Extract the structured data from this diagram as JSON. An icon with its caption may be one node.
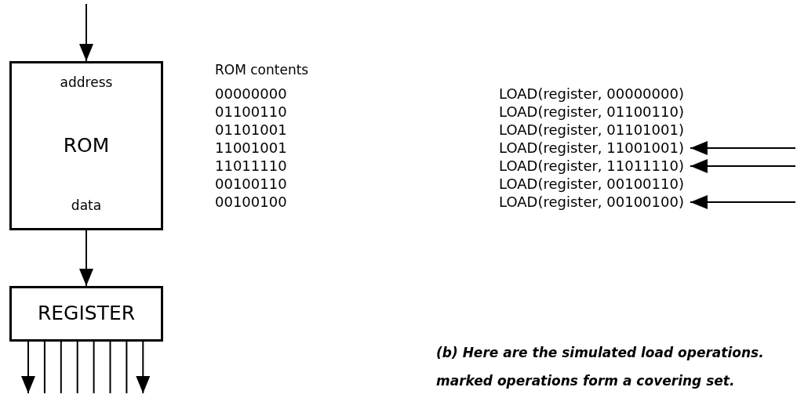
{
  "diagram": {
    "caption": "(b) Here are the simulated load operations. marked operations form a covering set.",
    "nodes": [
      {
        "text": [
          "address",
          "ROM",
          "data"
        ]
      },
      {
        "text": [
          "REGISTER"
        ]
      },
      {
        "text": [
          "LOAD(register, 00000000)"
        ]
      },
      {
        "text": [
          "LOAD(register, 01100110)"
        ]
      },
      {
        "text": [
          "LOAD(register, 01101001)"
        ]
      },
      {
        "text": [
          "LOAD(register, 11001001)"
        ]
      },
      {
        "text": [
          "LOAD(register, 11011110)"
        ]
      },
      {
        "text": [
          "LOAD(register, 00100110)"
        ]
      },
      {
        "text": [
          "LOAD(register, 00100100)"
        ]
      }
    ],
    "edges": [
      {
        "from": null,
        "to": 0,
        "arrow": "to"
      },
      {
        "from": 0,
        "to": 1,
        "arrow": "to"
      },
      {
        "from": 1,
        "to": null,
        "arrow": "to"
      },
      {
        "from": 1,
        "to": null,
        "arrow": "none"
      },
      {
        "from": 1,
        "to": null,
        "arrow": "none"
      },
      {
        "from": 1,
        "to": null,
        "arrow": "none"
      },
      {
        "from": 1,
        "to": null,
        "arrow": "none"
      },
      {
        "from": 1,
        "to": null,
        "arrow": "none"
      },
      {
        "from": 1,
        "to": null,
        "arrow": "none"
      },
      {
        "from": 1,
        "to": null,
        "arrow": "to"
      },
      {
        "from": null,
        "to": 5,
        "arrow": "to"
      },
      {
        "from": null,
        "to": 6,
        "arrow": "to"
      },
      {
        "from": null,
        "to": 8,
        "arrow": "to"
      }
    ],
    "labels": [
      "ROM contents",
      "00000000",
      "01100110",
      "01101001",
      "11001001",
      "11011110",
      "00100110",
      "00100100"
    ]
  }
}
